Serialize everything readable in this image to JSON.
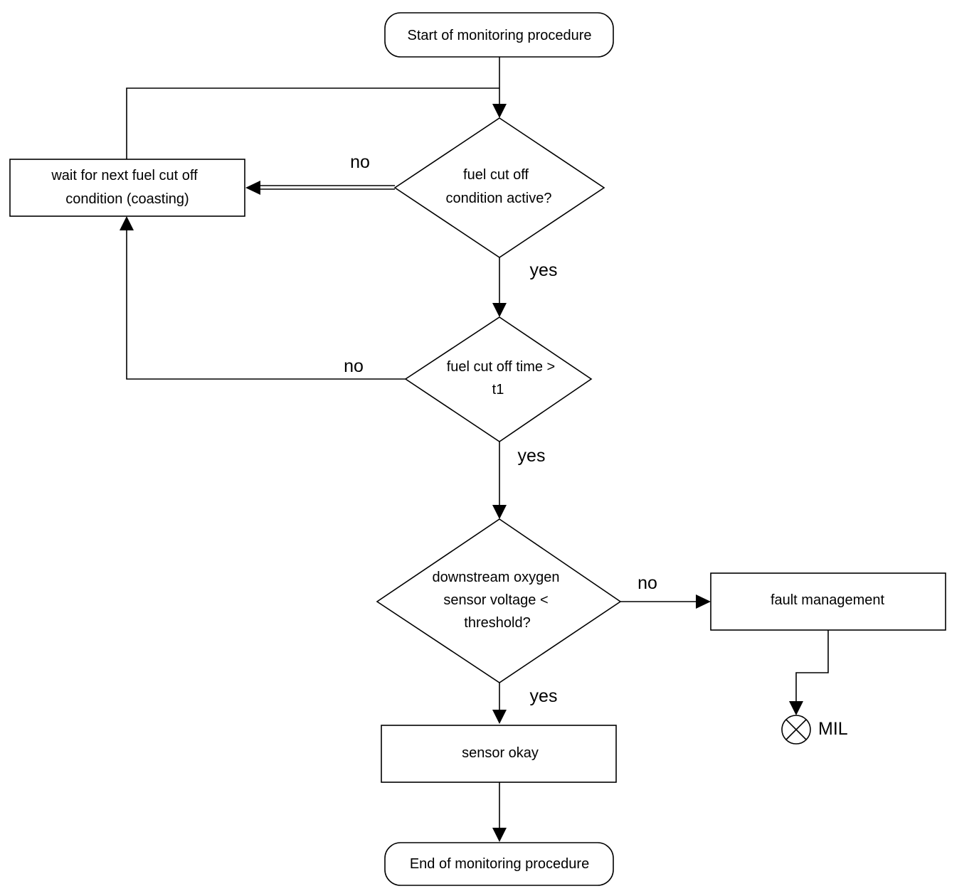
{
  "nodes": {
    "start": {
      "lines": [
        "Start of monitoring procedure"
      ]
    },
    "decision_fuel_cut_active": {
      "lines": [
        "fuel cut off",
        "condition active?"
      ]
    },
    "wait_coasting": {
      "lines": [
        "wait for next fuel cut off",
        "condition (coasting)"
      ]
    },
    "decision_cut_time": {
      "lines": [
        "fuel cut off time >",
        "t1"
      ]
    },
    "decision_o2_voltage": {
      "lines": [
        "downstream oxygen",
        "sensor voltage <",
        "threshold?"
      ]
    },
    "fault_management": {
      "lines": [
        "fault management"
      ]
    },
    "sensor_okay": {
      "lines": [
        "sensor okay"
      ]
    },
    "end": {
      "lines": [
        "End of monitoring procedure"
      ]
    },
    "mil": {
      "label": "MIL"
    }
  },
  "edge_labels": {
    "d1_no": "no",
    "d1_yes": "yes",
    "d2_no": "no",
    "d2_yes": "yes",
    "d3_no": "no",
    "d3_yes": "yes"
  },
  "colors": {
    "stroke": "#000000",
    "fill": "#ffffff",
    "text": "#000000"
  },
  "icons": {
    "mil": "lamp-cross-icon"
  }
}
